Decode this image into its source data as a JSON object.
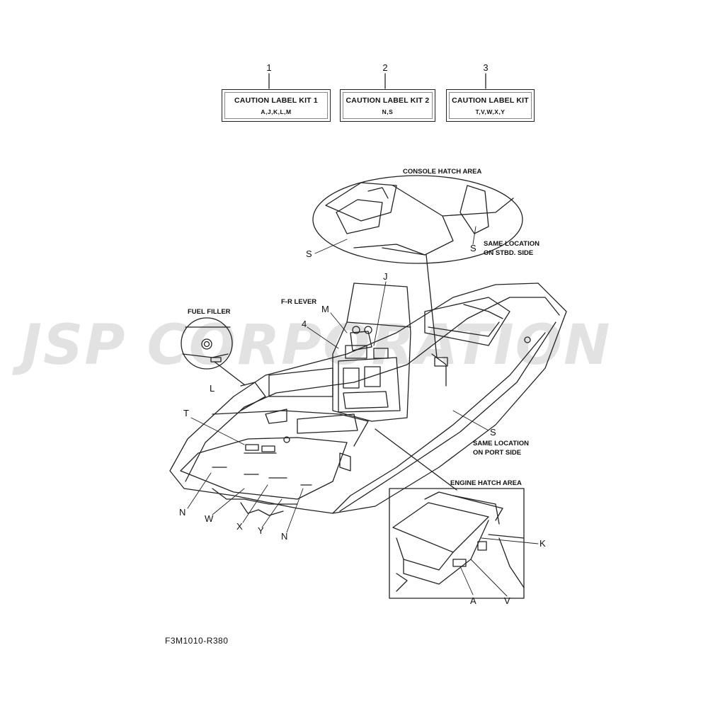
{
  "kits": [
    {
      "number": "1",
      "title": "CAUTION LABEL KIT 1",
      "codes": "A,J,K,L,M"
    },
    {
      "number": "2",
      "title": "CAUTION LABEL KIT 2",
      "codes": "N,S"
    },
    {
      "number": "3",
      "title": "CAUTION LABEL KIT",
      "codes": "T,V,W,X,Y"
    }
  ],
  "areas": {
    "console": "CONSOLE HATCH AREA",
    "engine": "ENGINE HATCH AREA",
    "fuel": "FUEL FILLER",
    "fr_lever": "F-R LEVER"
  },
  "notes": {
    "stbd_1": "SAME LOCATION",
    "stbd_2": "ON STBD. SIDE",
    "port_1": "SAME LOCATION",
    "port_2": "ON PORT SIDE"
  },
  "callouts": {
    "s_left": "S",
    "s_right": "S",
    "s_port": "S",
    "j": "J",
    "m": "M",
    "four": "4",
    "l": "L",
    "t": "T",
    "n_left": "N",
    "w": "W",
    "x": "X",
    "y": "Y",
    "n_right": "N",
    "k": "K",
    "a": "A",
    "v": "V"
  },
  "watermark": "JSP CORPORATION",
  "figure_code": "F3M1010-R380"
}
